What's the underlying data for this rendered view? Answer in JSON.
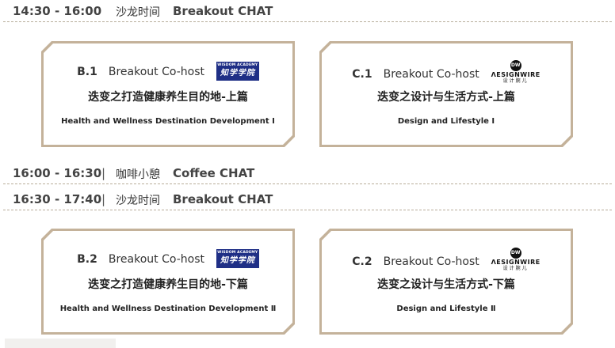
{
  "schedule": [
    {
      "time": "14:30 - 16:00",
      "zh": "沙龙时间",
      "en": "Breakout CHAT"
    },
    {
      "time": "16:00 - 16:30",
      "sep": "|",
      "zh": "咖啡小憩",
      "en": "Coffee CHAT"
    },
    {
      "time": "16:30 - 17:40",
      "sep": "|",
      "zh": "沙龙时间",
      "en": "Breakout CHAT"
    }
  ],
  "cards": [
    {
      "code": "B.1",
      "host": "Breakout Co-host",
      "title": "迭变之打造健康养生目的地-上篇",
      "subtitle": "Health and Wellness Destination Development Ⅰ",
      "logo": {
        "name": "wisdom-academy-logo",
        "line1": "WISDOM ACADEMY",
        "line2": "知学学院"
      }
    },
    {
      "code": "C.1",
      "host": "Breakout Co-host",
      "title": "迭变之设计与生活方式-上篇",
      "subtitle": "Design and Lifestyle Ⅰ",
      "logo": {
        "name": "designwire-logo",
        "mark": "DW",
        "word": "ΛESIGNWIRE",
        "cn": "设计腕儿"
      }
    },
    {
      "code": "B.2",
      "host": "Breakout Co-host",
      "title": "迭变之打造健康养生目的地-下篇",
      "subtitle": "Health and Wellness Destination Development Ⅱ",
      "logo": {
        "name": "wisdom-academy-logo",
        "line1": "WISDOM ACADEMY",
        "line2": "知学学院"
      }
    },
    {
      "code": "C.2",
      "host": "Breakout Co-host",
      "title": "迭变之设计与生活方式-下篇",
      "subtitle": "Design and Lifestyle Ⅱ",
      "logo": {
        "name": "designwire-logo",
        "mark": "DW",
        "word": "ΛESIGNWIRE",
        "cn": "设计腕儿"
      }
    }
  ],
  "colors": {
    "card_border": "#c4b29a",
    "dash": "#b8ad9a",
    "wisdom_blue": "#1f2f86"
  }
}
